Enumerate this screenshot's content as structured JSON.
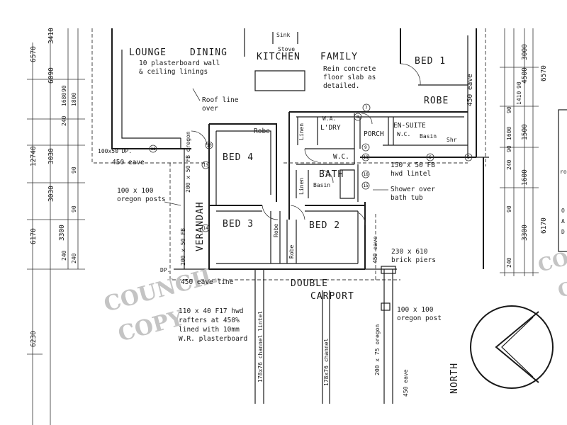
{
  "rooms": {
    "lounge": "LOUNGE",
    "dining": "DINING",
    "kitchen": "KITCHEN",
    "family": "FAMILY",
    "bed1": "BED 1",
    "robe1": "ROBE",
    "ensuite": "EN-SUITE",
    "wc_ensuite": "W.C.",
    "basin_ensuite": "Basin",
    "shr": "Shr",
    "laundry": "L'DRY",
    "wa": "W.A.",
    "porch": "PORCH",
    "wc": "W.C.",
    "linen1": "Linen",
    "linen2": "Linen",
    "bath": "BATH",
    "basin": "Basin",
    "bed4": "BED 4",
    "robe4": "Robe",
    "bed3": "BED 3",
    "robe3": "Robe",
    "robe2": "Robe",
    "bed2": "BED 2",
    "verandah": "VERANDAH",
    "carport_line1": "DOUBLE",
    "carport_line2": "CARPORT",
    "sink": "Sink",
    "stove": "Stove"
  },
  "notes": {
    "plasterboard_1": "10 plasterboard wall",
    "plasterboard_2": "& ceiling linings",
    "slab_1": "Rein concrete",
    "slab_2": "floor slab as",
    "slab_3": "detailed.",
    "roofline_1": "Roof line",
    "roofline_2": "over",
    "dp_100x50": "100x50 DP.",
    "eave_450": "450 eave",
    "eave_450_right": "450 eave",
    "fb_oregon": "200 x 50 FB oregon",
    "oregon_posts_1": "100 x 100",
    "oregon_posts_2": "oregon posts",
    "lintel_1": "150 x 50 FB",
    "lintel_2": "hwd lintel",
    "shower_1": "Shower over",
    "shower_2": "bath tub",
    "fb_verandah": "200 x 50 FB",
    "eave_450_vert": "450 eave",
    "piers_1": "230 x 610",
    "piers_2": "brick piers",
    "dp": "DP.",
    "eave_line": "450 eave line",
    "rafters_1": "110 x 40 F17 hwd",
    "rafters_2": "rafters at 450%",
    "rafters_3": "lined with 10mm",
    "rafters_4": "W.R. plasterboard",
    "channel_1": "178x76 channel lintel",
    "channel_2": "178x76 channel",
    "oregon_1": "200 x 75 oregon",
    "oregon_2": "450 eave",
    "post_1": "100 x 100",
    "post_2": "oregon post",
    "north": "NORTH"
  },
  "dimensions": {
    "left_outer": [
      "6570",
      "12740",
      "6170",
      "6230"
    ],
    "left_inner": [
      "3410",
      "6090",
      "3030",
      "3030",
      "3300"
    ],
    "left_small": [
      "90",
      "1680",
      "240",
      "1800",
      "90",
      "240",
      "90",
      "240"
    ],
    "right_outer": [
      "6570",
      "6170"
    ],
    "right_inner": [
      "3000",
      "4500",
      "1500",
      "1600",
      "3300"
    ],
    "right_small": [
      "90",
      "1410",
      "90",
      "90",
      "1600",
      "240",
      "90",
      "240"
    ]
  },
  "stamps": {
    "stamp_left_1": "COUNCIL",
    "stamp_left_2": "COPY",
    "stamp_right_1": "COU",
    "stamp_right_2": "CO"
  },
  "edge_fragments": [
    "ro",
    "O",
    "A",
    "D"
  ],
  "tags": [
    "13",
    "14",
    "15",
    "16",
    "12",
    "11",
    "8",
    "7",
    "6",
    "5",
    "9",
    "10"
  ]
}
